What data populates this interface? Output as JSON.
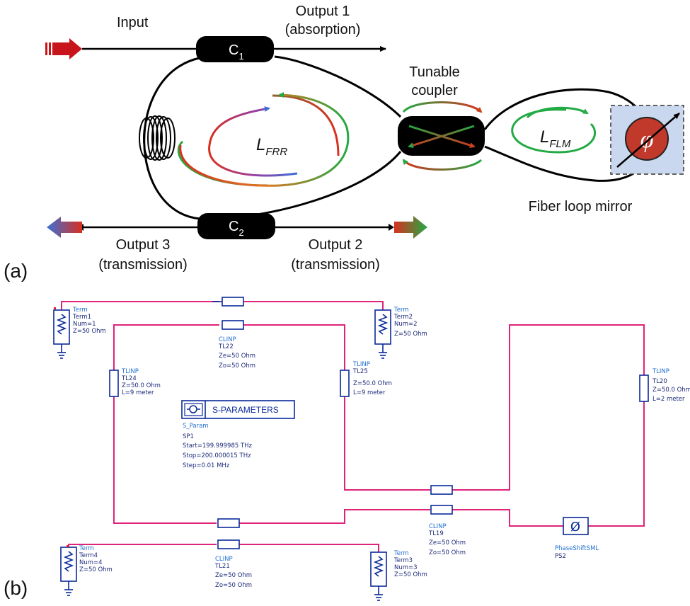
{
  "panel_a": {
    "label": "(a)",
    "input_label": "Input",
    "output1_label_line1": "Output 1",
    "output1_label_line2": "(absorption)",
    "output2_label_line1": "Output 2",
    "output2_label_line2": "(transmission)",
    "output3_label_line1": "Output 3",
    "output3_label_line2": "(transmission)",
    "coupler1": {
      "main": "C",
      "sub": "1"
    },
    "coupler2": {
      "main": "C",
      "sub": "2"
    },
    "tunable_line1": "Tunable",
    "tunable_line2": "coupler",
    "lfrr": {
      "main": "L",
      "sub": "FRR"
    },
    "lflm": {
      "main": "L",
      "sub": "FLM"
    },
    "phase_symbol": "φ",
    "fiber_loop_mirror": "Fiber loop mirror",
    "colors": {
      "input_arrow": "#c8141c",
      "phase_disk": "#c0392b",
      "phase_box": "#c9d8ee",
      "green": "#22aa44",
      "red": "#d9301f",
      "blue": "#3a6fd8"
    }
  },
  "panel_b": {
    "label": "(b)",
    "term1": {
      "type": "Term",
      "name": "Term1",
      "num": "Num=1",
      "z": "Z=50 Ohm"
    },
    "term2": {
      "type": "Term",
      "name": "Term2",
      "num": "Num=2",
      "z": "Z=50 Ohm"
    },
    "term3": {
      "type": "Term",
      "name": "Term3",
      "num": "Num=3",
      "z": "Z=50 Ohm"
    },
    "term4": {
      "type": "Term",
      "name": "Term4",
      "num": "Num=4",
      "z": "Z=50 Ohm"
    },
    "tl22": {
      "type": "CLINP",
      "name": "TL22",
      "ze": "Ze=50 Ohm",
      "zo": "Zo=50 Ohm"
    },
    "tl21": {
      "type": "CLINP",
      "name": "TL21",
      "ze": "Ze=50 Ohm",
      "zo": "Zo=50 Ohm"
    },
    "tl19": {
      "type": "CLINP",
      "name": "TL19",
      "ze": "Ze=50 Ohm",
      "zo": "Zo=50 Ohm"
    },
    "tl24": {
      "type": "TLINP",
      "name": "TL24",
      "z": "Z=50.0 Ohm",
      "l": "L=9 meter"
    },
    "tl25": {
      "type": "TLINP",
      "name": "TL25",
      "z": "Z=50.0 Ohm",
      "l": "L=9 meter"
    },
    "tl20": {
      "type": "TLINP",
      "name": "TL20",
      "z": "Z=50.0 Ohm",
      "l": "L=2 meter"
    },
    "sparam": {
      "title": "S-PARAMETERS",
      "type": "S_Param",
      "name": "SP1",
      "start": "Start=199.999985 THz",
      "stop": "Stop=200.000015 THz",
      "step": "Step=0.01 MHz"
    },
    "ps2": {
      "type": "PhaseShiftSML",
      "name": "PS2",
      "symbol": "Ø"
    },
    "colors": {
      "wire": "#e0237a",
      "component": "#0a2a9a",
      "type_text": "#1f6fd1"
    }
  }
}
